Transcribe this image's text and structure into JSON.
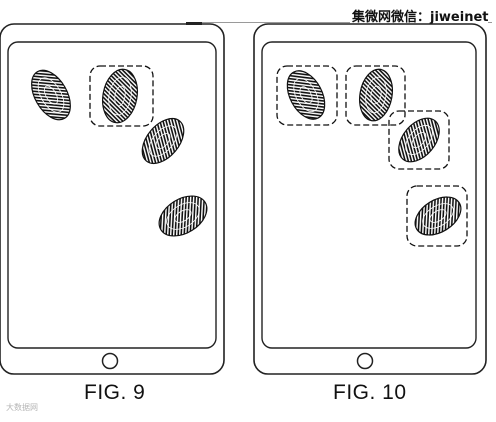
{
  "header": {
    "caption": "集微网微信：jiweinet"
  },
  "figures": [
    {
      "label": "FIG. 9",
      "touch_count": 4,
      "highlighted_count": 1
    },
    {
      "label": "FIG. 10",
      "touch_count": 4,
      "highlighted_count": 4
    }
  ],
  "watermark": {
    "text": "大数据网"
  },
  "colors": {
    "ink": "#111111",
    "background": "#ffffff",
    "watermark": "#b5b5b5"
  }
}
